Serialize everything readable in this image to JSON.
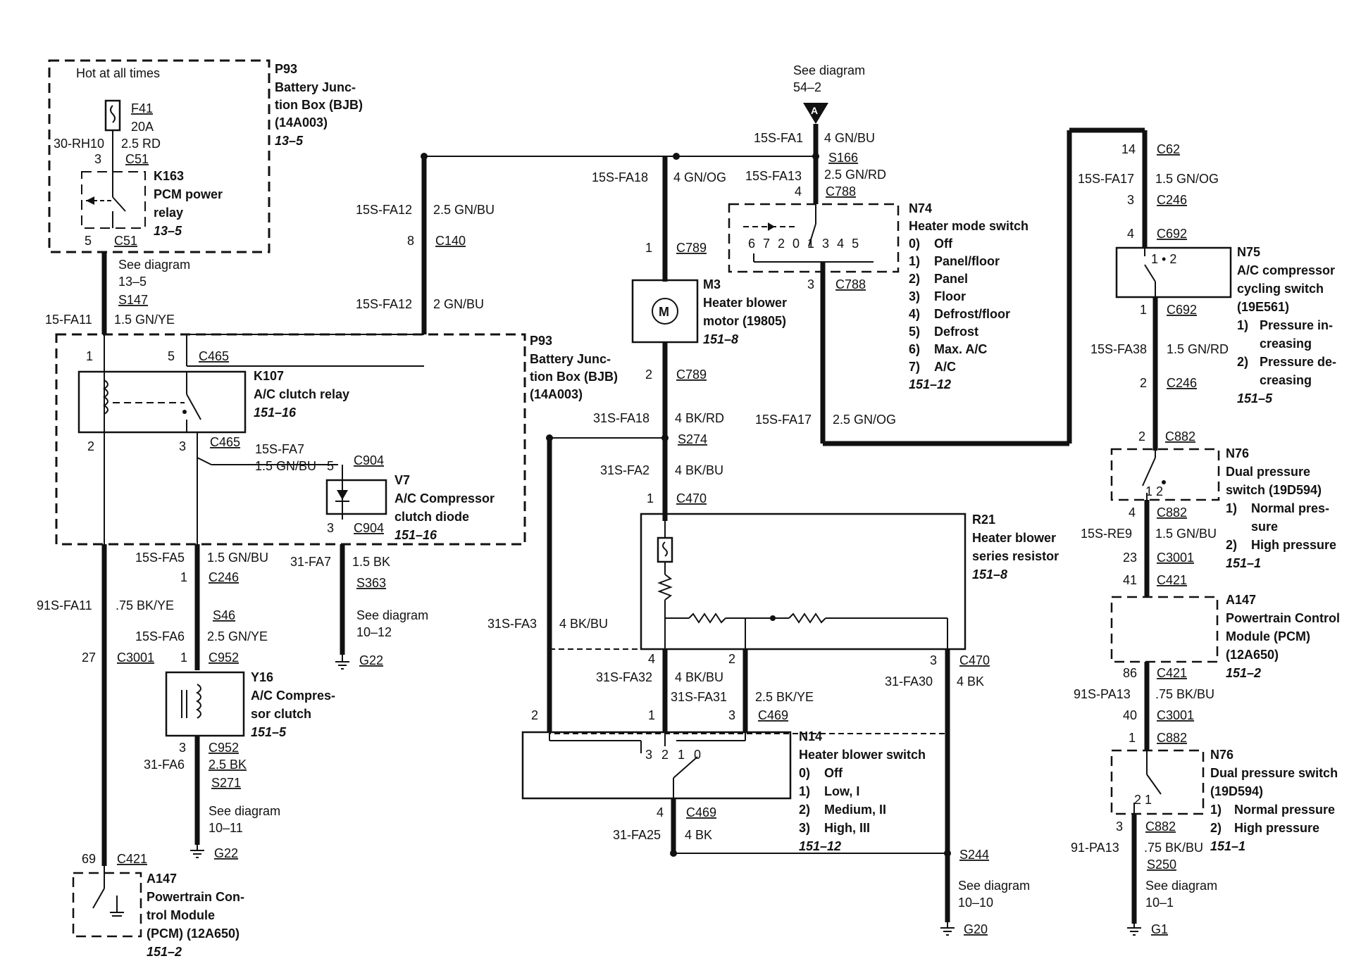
{
  "labels": {
    "hot": "Hot at all times",
    "f41": "F41",
    "f41_amp": "20A",
    "w30rh10": "30-RH10",
    "w30rh10_g": "2.5 RD",
    "pin3": "3",
    "c51a": "C51",
    "k163": "K163",
    "k163_d1": "PCM power",
    "k163_d2": "relay",
    "k163_r": "13–5",
    "pin5": "5",
    "c51b": "C51",
    "p93a": "P93",
    "p93a_d1": "Battery Junc-",
    "p93a_d2": "tion Box (BJB)",
    "p93a_d3": "(14A003)",
    "p93a_r": "13–5",
    "see135a": "See diagram",
    "see135b": "13–5",
    "s147": "S147",
    "w15fa11": "15-FA11",
    "w15fa11_g": "1.5 GN/YE",
    "w15sfa12a": "15S-FA12",
    "w15sfa12a_g": "2.5 GN/BU",
    "pin8": "8",
    "c140": "C140",
    "w15sfa12b": "15S-FA12",
    "w15sfa12b_g": "2 GN/BU",
    "p93b": "P93",
    "p93b_d1": "Battery Junc-",
    "p93b_d2": "tion Box (BJB)",
    "p93b_d3": "(14A003)",
    "k107_p1": "1",
    "k107_p5": "5",
    "c465a": "C465",
    "k107": "K107",
    "k107_d1": "A/C clutch relay",
    "k107_r": "151–16",
    "k107_p2": "2",
    "k107_p3": "3",
    "c465b": "C465",
    "w15sfa7": "15S-FA7",
    "w15sfa7_g": "1.5 GN/BU",
    "v7_p5": "5",
    "c904a": "C904",
    "v7": "V7",
    "v7_d1": "A/C Compressor",
    "v7_d2": "clutch diode",
    "v7_r": "151–16",
    "v7_p3": "3",
    "c904b": "C904",
    "w15sfa5": "15S-FA5",
    "w15sfa5_g": "1.5 GN/BU",
    "pin1a": "1",
    "c246a": "C246",
    "w31fa7": "31-FA7",
    "w31fa7_g": "1.5 BK",
    "s363": "S363",
    "w91sfa11": "91S-FA11",
    "w91sfa11_g": ".75 BK/YE",
    "s46": "S46",
    "w15sfa6": "15S-FA6",
    "w15sfa6_g": "2.5 GN/YE",
    "see1012a": "See diagram",
    "see1012b": "10–12",
    "pin27": "27",
    "c3001a": "C3001",
    "pin1b": "1",
    "c952a": "C952",
    "g22a": "G22",
    "y16": "Y16",
    "y16_d1": "A/C Compres-",
    "y16_d2": "sor clutch",
    "y16_r": "151–5",
    "pin3b": "3",
    "c952b": "C952",
    "w31fa6": "31-FA6",
    "w31fa6_g": "2.5 BK",
    "s271": "S271",
    "see1011a": "See diagram",
    "see1011b": "10–11",
    "g22b": "G22",
    "pin69": "69",
    "c421a": "C421",
    "a147a": "A147",
    "a147a_d1": "Powertrain Con-",
    "a147a_d2": "trol Module",
    "a147a_d3": "(PCM) (12A650)",
    "a147a_r": "151–2",
    "see542a": "See diagram",
    "see542b": "54–2",
    "conn_a": "A",
    "w15sfa1": "15S-FA1",
    "w15sfa1_g": "4 GN/BU",
    "s166": "S166",
    "w15sfa18": "15S-FA18",
    "w15sfa18_g": "4 GN/OG",
    "w15sfa13": "15S-FA13",
    "w15sfa13_g": "2.5 GN/RD",
    "pin4a": "4",
    "c788a": "C788",
    "n74": "N74",
    "n74_d1": "Heater mode switch",
    "n74_0": "0)",
    "n74_0t": "Off",
    "n74_1": "1)",
    "n74_1t": "Panel/floor",
    "n74_2": "2)",
    "n74_2t": "Panel",
    "n74_3": "3)",
    "n74_3t": "Floor",
    "n74_4": "4)",
    "n74_4t": "Defrost/floor",
    "n74_5": "5)",
    "n74_5t": "Defrost",
    "n74_6": "6)",
    "n74_6t": "Max. A/C",
    "n74_7": "7)",
    "n74_7t": "A/C",
    "n74_r": "151–12",
    "sw_pos": "6 7 2 0 1 3 4 5",
    "pin3c": "3",
    "c788b": "C788",
    "pin1c": "1",
    "c789a": "C789",
    "m3": "M3",
    "m3_d1": "Heater blower",
    "m3_d2": "motor (19805)",
    "m3_r": "151–8",
    "m_sym": "M",
    "pin2a": "2",
    "c789b": "C789",
    "w31sfa18": "31S-FA18",
    "w31sfa18_g": "4 BK/RD",
    "s274": "S274",
    "w15sfa17a": "15S-FA17",
    "w15sfa17a_g": "2.5 GN/OG",
    "w31sfa2": "31S-FA2",
    "w31sfa2_g": "4 BK/BU",
    "pin1d": "1",
    "c470a": "C470",
    "r21": "R21",
    "r21_d1": "Heater blower",
    "r21_d2": "series resistor",
    "r21_r": "151–8",
    "w31sfa3": "31S-FA3",
    "w31sfa3_g": "4 BK/BU",
    "pin4b": "4",
    "pin2b": "2",
    "pin3d": "3",
    "c470b": "C470",
    "w31sfa32": "31S-FA32",
    "w31sfa32_g": "4 BK/BU",
    "w31sfa31": "31S-FA31",
    "w31sfa31_g": "2.5 BK/YE",
    "w31fa30": "31-FA30",
    "w31fa30_g": "4 BK",
    "n14_p2": "2",
    "n14_p1": "1",
    "n14_p3": "3",
    "c469a": "C469",
    "n14": "N14",
    "n14_d1": "Heater blower switch",
    "n14_0": "0)",
    "n14_0t": "Off",
    "n14_1": "1)",
    "n14_1t": "Low, I",
    "n14_2": "2)",
    "n14_2t": "Medium, II",
    "n14_3": "3)",
    "n14_3t": "High, III",
    "n14_r": "151–12",
    "n14_sw": "3 2 1 0",
    "pin4c": "4",
    "c469b": "C469",
    "w31fa25": "31-FA25",
    "w31fa25_g": "4 BK",
    "s244": "S244",
    "see1010a": "See diagram",
    "see1010b": "10–10",
    "g20": "G20",
    "pin14": "14",
    "c62": "C62",
    "w15sfa17b": "15S-FA17",
    "w15sfa17b_g": "1.5 GN/OG",
    "pin3e": "3",
    "c246b": "C246",
    "pin4d": "4",
    "c692a": "C692",
    "n75": "N75",
    "n75_d1": "A/C compressor",
    "n75_d2": "cycling switch",
    "n75_d3": "(19E561)",
    "n75_1": "1)",
    "n75_1a": "Pressure in-",
    "n75_1b": "creasing",
    "n75_2": "2)",
    "n75_2a": "Pressure de-",
    "n75_2b": "creasing",
    "n75_r": "151–5",
    "n75_sw": "1 • 2",
    "pin1e": "1",
    "c692b": "C692",
    "w15sfa38": "15S-FA38",
    "w15sfa38_g": "1.5 GN/RD",
    "pin2c": "2",
    "c246c": "C246",
    "pin2d": "2",
    "c882a": "C882",
    "n76a": "N76",
    "n76a_d1": "Dual pressure",
    "n76a_d2": "switch (19D594)",
    "n76a_1": "1)",
    "n76a_1a": "Normal pres-",
    "n76a_1b": "sure",
    "n76a_2": "2)",
    "n76a_2t": "High pressure",
    "n76a_r": "151–1",
    "n76a_sw": "1  2",
    "pin4e": "4",
    "c882b": "C882",
    "w15sre9": "15S-RE9",
    "w15sre9_g": "1.5 GN/BU",
    "pin23": "23",
    "c3001b": "C3001",
    "pin41": "41",
    "c421b": "C421",
    "a147b": "A147",
    "a147b_d1": "Powertrain Control",
    "a147b_d2": "Module (PCM)",
    "a147b_d3": "(12A650)",
    "a147b_r": "151–2",
    "pin86": "86",
    "c421c": "C421",
    "w91spa13": "91S-PA13",
    "w91spa13_g": ".75 BK/BU",
    "pin40": "40",
    "c3001c": "C3001",
    "pin1f": "1",
    "c882c": "C882",
    "n76b": "N76",
    "n76b_d1": "Dual pressure switch",
    "n76b_d2": "(19D594)",
    "n76b_1": "1)",
    "n76b_1t": "Normal pressure",
    "n76b_2": "2)",
    "n76b_2t": "High pressure",
    "n76b_r": "151–1",
    "n76b_sw": "2  1",
    "pin3f": "3",
    "c882d": "C882",
    "w91pa13": "91-PA13",
    "w91pa13_g": ".75 BK/BU",
    "s250": "S250",
    "see101a": "See diagram",
    "see101b": "10–1",
    "g1": "G1"
  }
}
